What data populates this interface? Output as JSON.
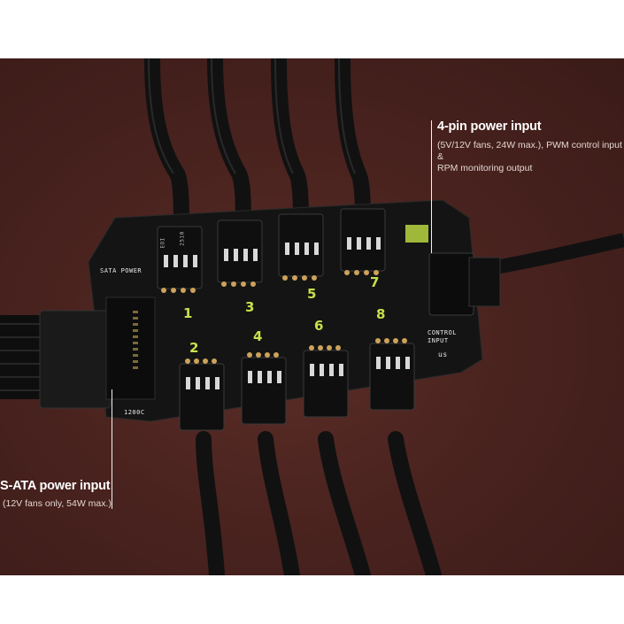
{
  "image": {
    "subject": "fan-hub-pcb-photo",
    "background_color": "#4a231f",
    "pcb_color": "#151515",
    "accent_color": "#c8e04a"
  },
  "callouts": {
    "four_pin": {
      "title": "4-pin power input",
      "desc_line1": "(5V/12V fans, 24W max.), PWM control input &",
      "desc_line2": "RPM monitoring output"
    },
    "sata": {
      "title": "S-ATA power input",
      "desc": "(12V fans only, 54W max.)"
    }
  },
  "pcb": {
    "sata_label": "SATA POWER",
    "control_label_1": "CONTROL",
    "control_label_2": "INPUT",
    "model_label": "1200C",
    "cert_mark": "us",
    "connector_marks": [
      "2510",
      "EOI"
    ],
    "port_numbers": [
      "1",
      "2",
      "3",
      "4",
      "5",
      "6",
      "7",
      "8"
    ]
  }
}
